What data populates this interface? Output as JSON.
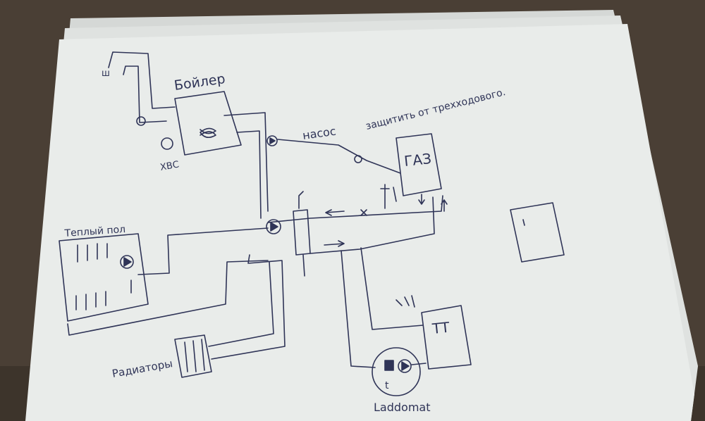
{
  "photo": {
    "background_color": "#4a3f35",
    "paper_color": "#e9ecea",
    "ink_color": "#2f3457",
    "labels": {
      "boiler": "Бойлер",
      "hvs": "ХВС",
      "pump": "насос",
      "pump_note": "защитить от трехходового.",
      "gas": "ГАЗ",
      "warm_floor": "Теплый пол",
      "radiators": "Радиаторы",
      "tt": "ТТ",
      "laddomat": "Laddomat"
    }
  }
}
